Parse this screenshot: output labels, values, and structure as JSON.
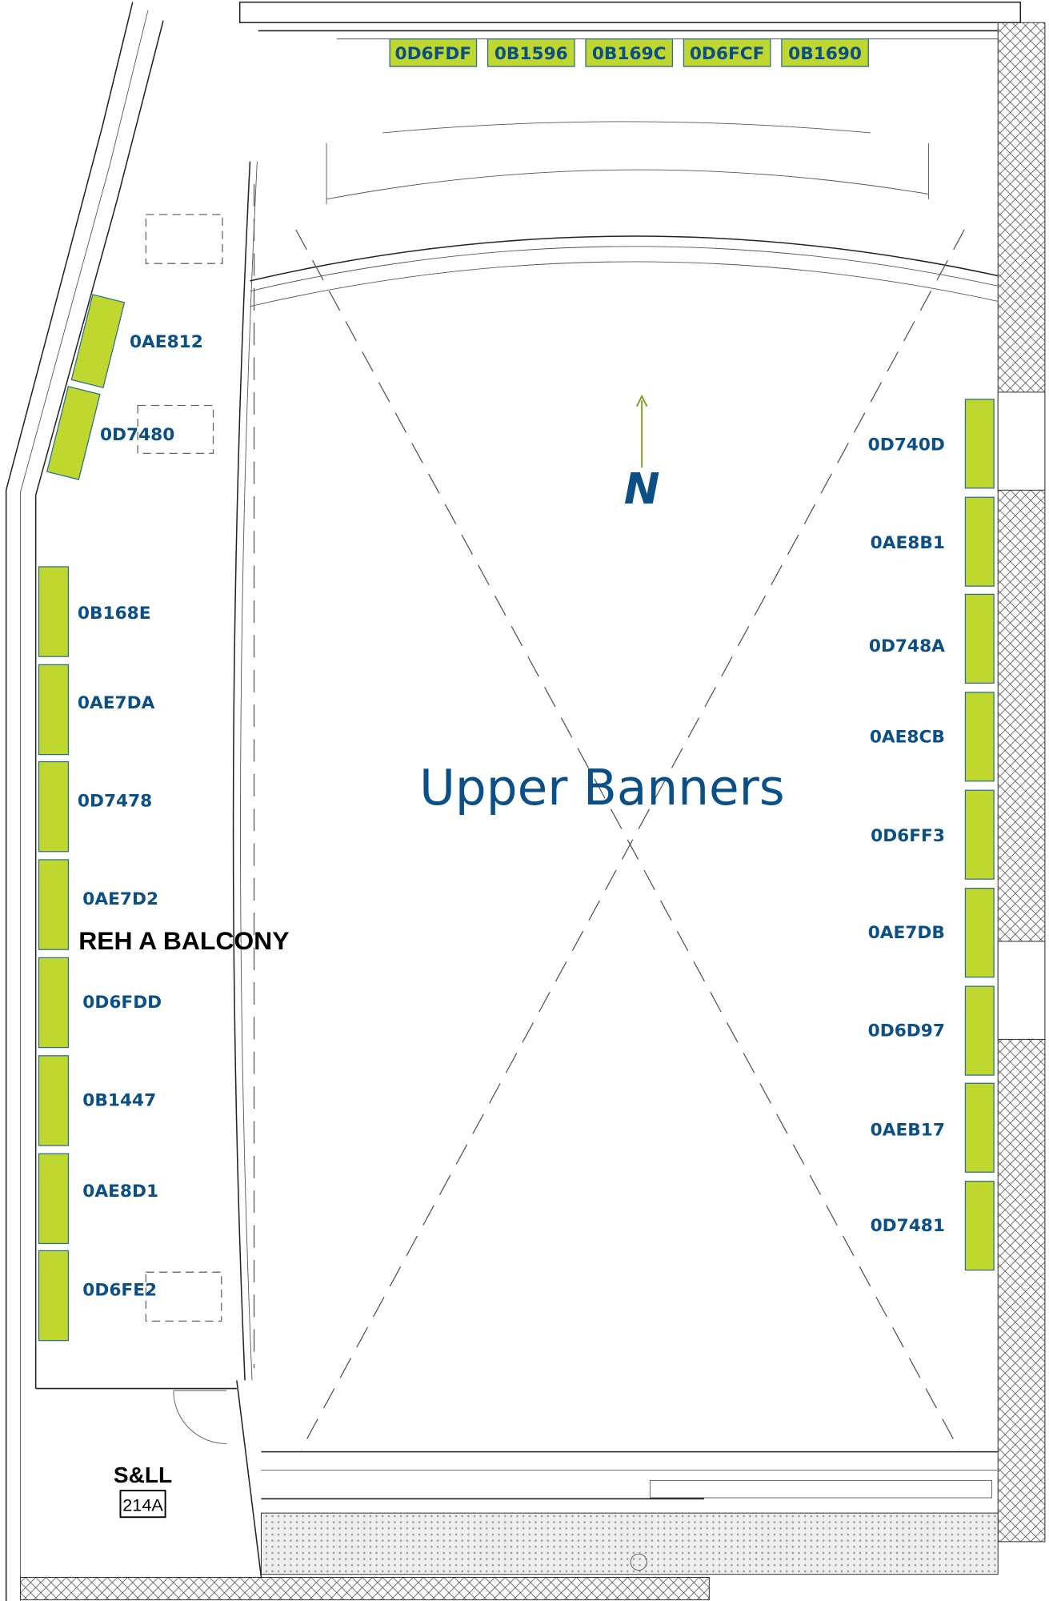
{
  "title": "Upper Banners",
  "room_label": "REH A BALCONY",
  "side_room": {
    "name": "S&LL",
    "number": "214A"
  },
  "north_label": "N",
  "colors": {
    "banner_fill": "#c0d72f",
    "label_blue": "#0a4f86",
    "wall": "#222222"
  },
  "banners": {
    "top": [
      "0D6FDF",
      "0B1596",
      "0B169C",
      "0D6FCF",
      "0B1690"
    ],
    "left_angled": [
      "0AE812",
      "0D7480"
    ],
    "left": [
      "0B168E",
      "0AE7DA",
      "0D7478",
      "0AE7D2",
      "0D6FDD",
      "0B1447",
      "0AE8D1",
      "0D6FE2"
    ],
    "right": [
      "0D740D",
      "0AE8B1",
      "0D748A",
      "0AE8CB",
      "0D6FF3",
      "0AE7DB",
      "0D6D97",
      "0AEB17",
      "0D7481"
    ]
  }
}
